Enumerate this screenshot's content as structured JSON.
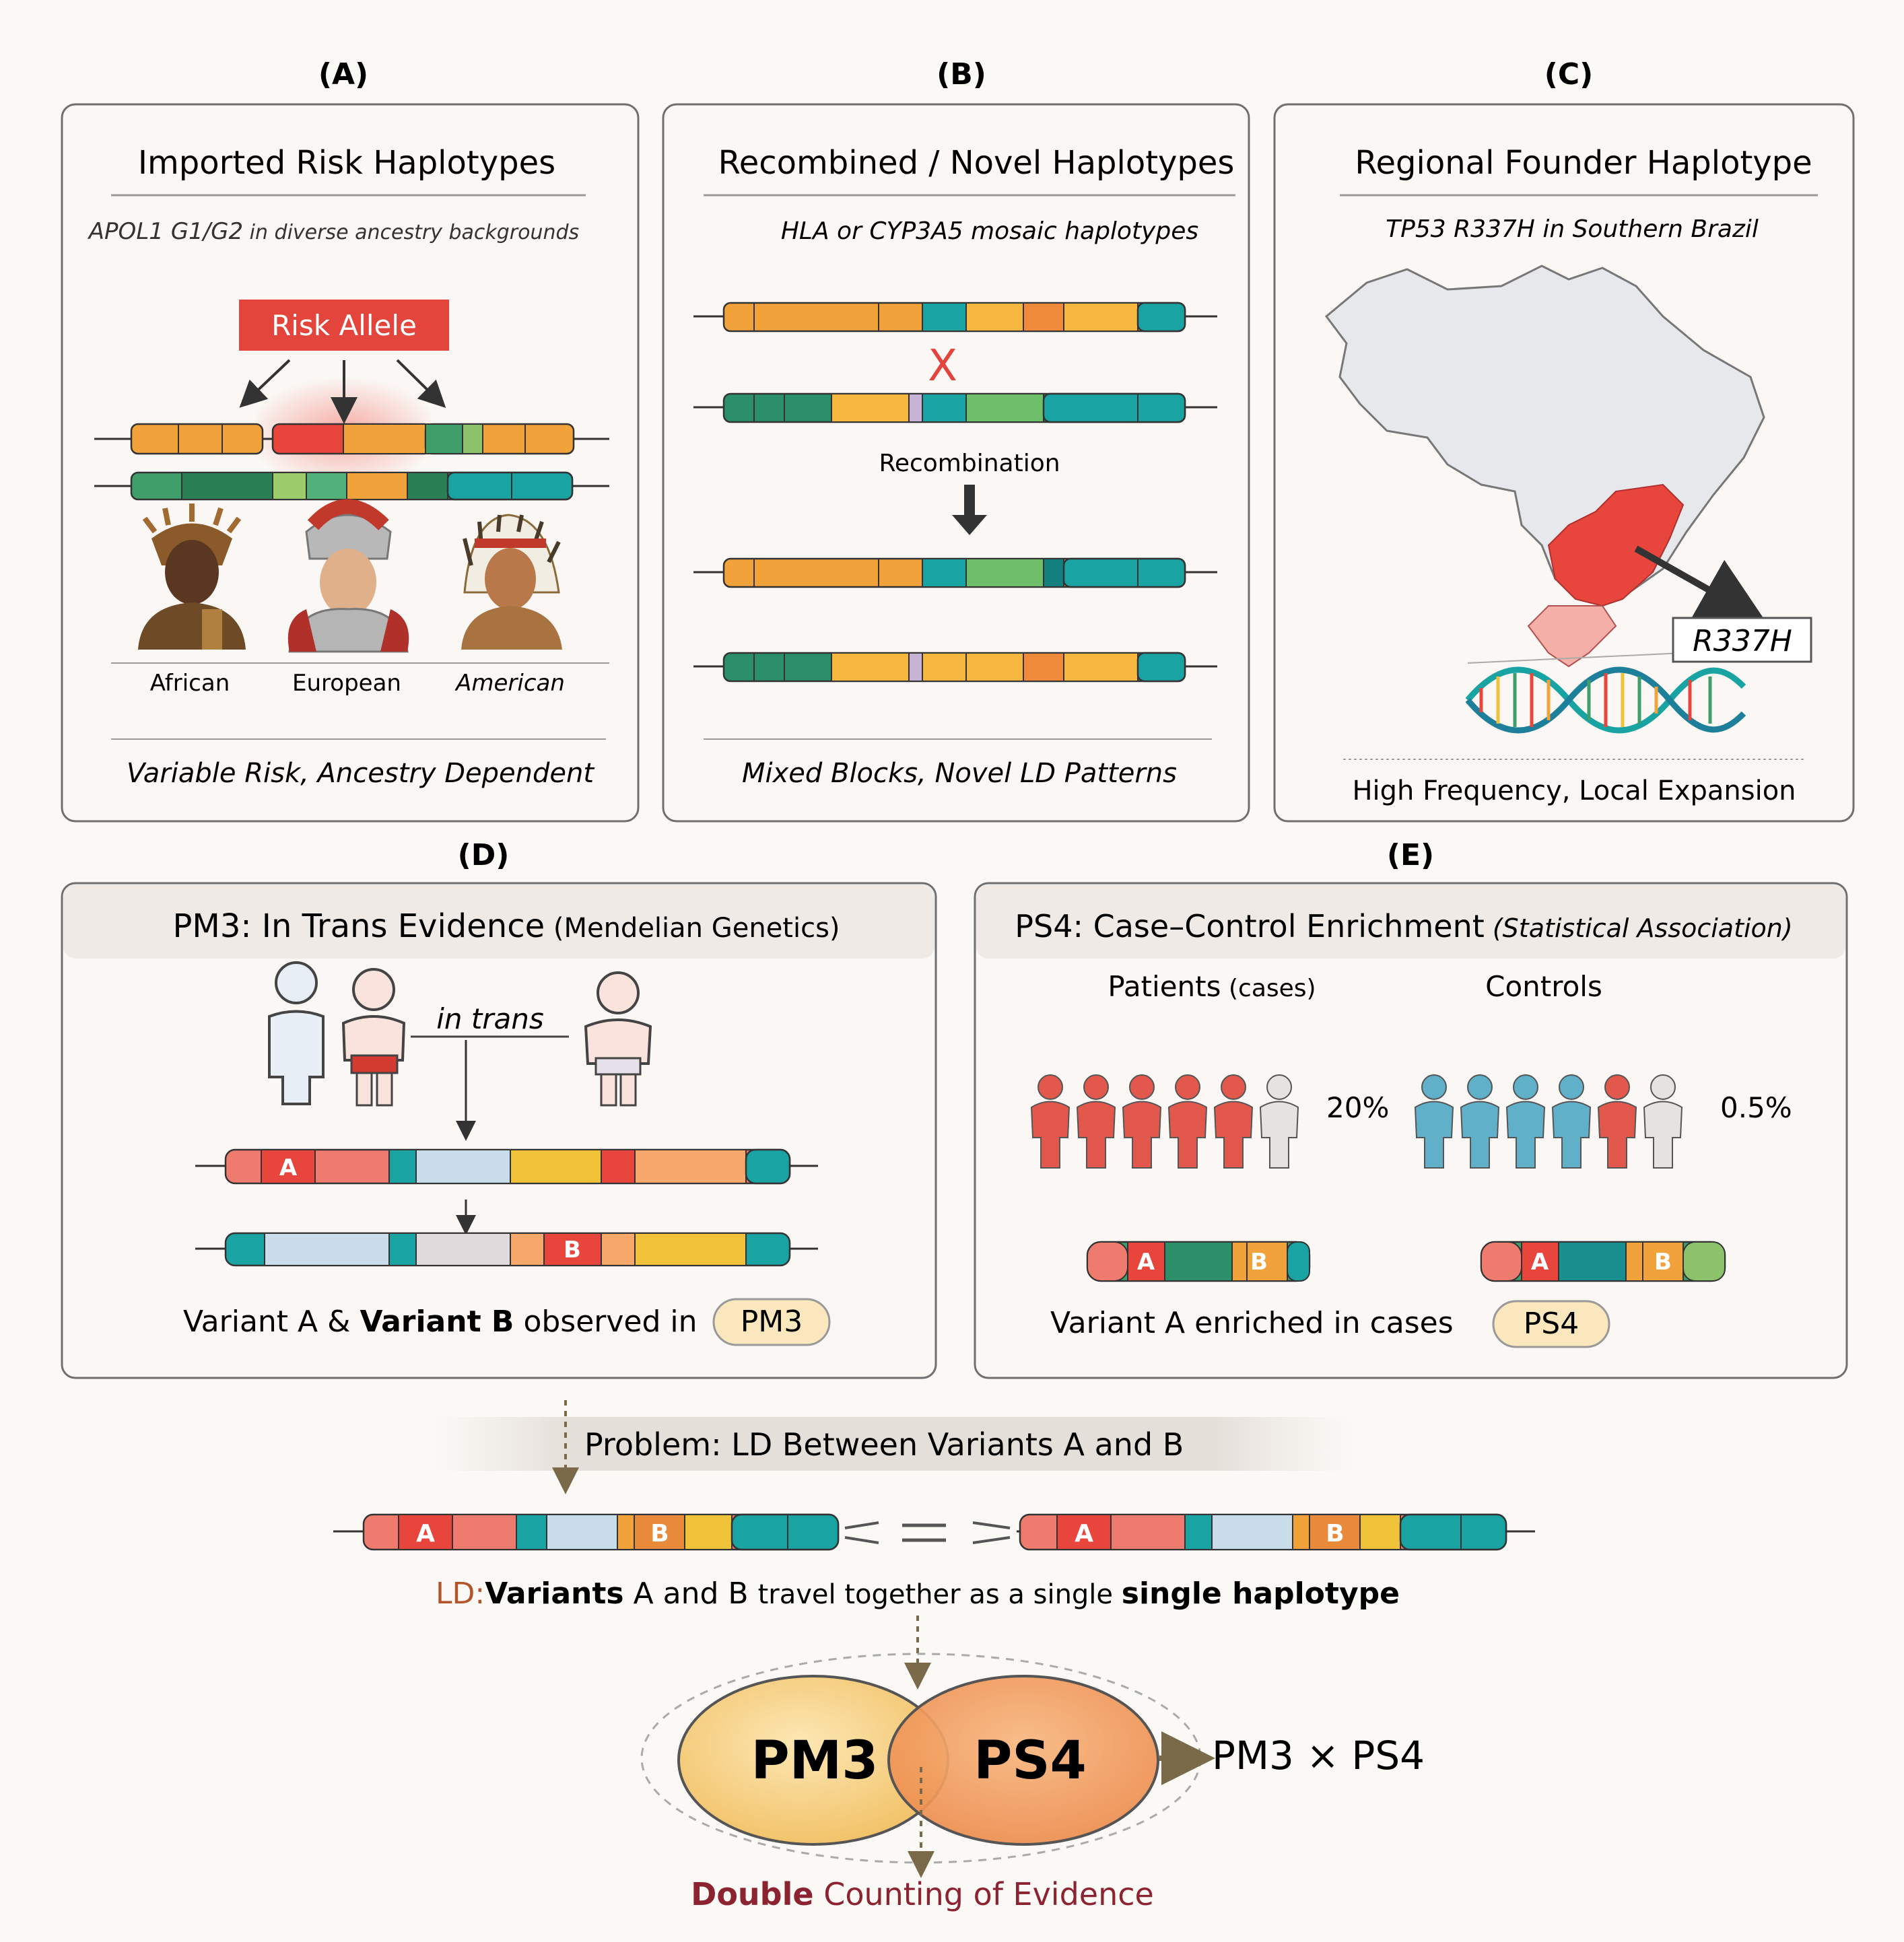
{
  "panel_a": {
    "label": "(A)",
    "title": "Imported Risk Haplotypes",
    "subtitle_gene": "APOL1 G1/G2",
    "subtitle_rest": " in diverse ancestry backgrounds",
    "risk_allele": "Risk Allele",
    "ancestries": [
      "African",
      "European",
      "American"
    ],
    "footer": "Variable Risk, Ancestry Dependent"
  },
  "panel_b": {
    "label": "(B)",
    "title": "Recombined / Novel Haplotypes",
    "subtitle": "HLA or CYP3A5 mosaic haplotypes",
    "cross_mark": "X",
    "recombination": "Recombination",
    "footer": "Mixed Blocks, Novel LD Patterns"
  },
  "panel_c": {
    "label": "(C)",
    "title": "Regional Founder Haplotype",
    "subtitle": "TP53 R337H in Southern Brazil",
    "variant_tag": "R337H",
    "footer": "High Frequency, Local Expansion"
  },
  "panel_d": {
    "label": "(D)",
    "title_main": "PM3: In Trans Evidence",
    "title_paren": " (Mendelian Genetics)",
    "in_trans": "in trans",
    "variant_a": "A",
    "variant_b": "B",
    "footer_1": "Variant A & ",
    "footer_2": "Variant B",
    "footer_3": " observed in",
    "badge": "PM3"
  },
  "panel_e": {
    "label": "(E)",
    "title_main": "PS4: Case–Control Enrichment",
    "title_paren": " (Statistical Association)",
    "patients_main": "Patients",
    "patients_paren": " (cases)",
    "controls": "Controls",
    "patients_pct": "20%",
    "controls_pct": "0.5%",
    "variant_a": "A",
    "variant_b": "B",
    "footer": "Variant A enriched in cases",
    "badge": "PS4"
  },
  "bottom": {
    "problem_1": "Problem: LD Between ",
    "problem_2": "Variants A and B",
    "variant_a": "A",
    "variant_b": "B",
    "ld_1": "LD:",
    "ld_2": "Variants",
    "ld_3": " A and B ",
    "ld_4": "travel together as a single ",
    "ld_5": "single haplotype",
    "venn_left": "PM3",
    "venn_right": "PS4",
    "product": "PM3 × PS4",
    "double_1": "Double",
    "double_2": " Counting of Evidence"
  },
  "colors": {
    "orange": "#f2a23a",
    "teal": "#1aa3a3",
    "green": "#3f9e6a",
    "red": "#e8453c",
    "salmon": "#ef7a6e",
    "lightblue": "#c8dcea",
    "yellow": "#f0c23a",
    "accent_red": "#e34b3f",
    "dark_red": "#8b2331"
  }
}
